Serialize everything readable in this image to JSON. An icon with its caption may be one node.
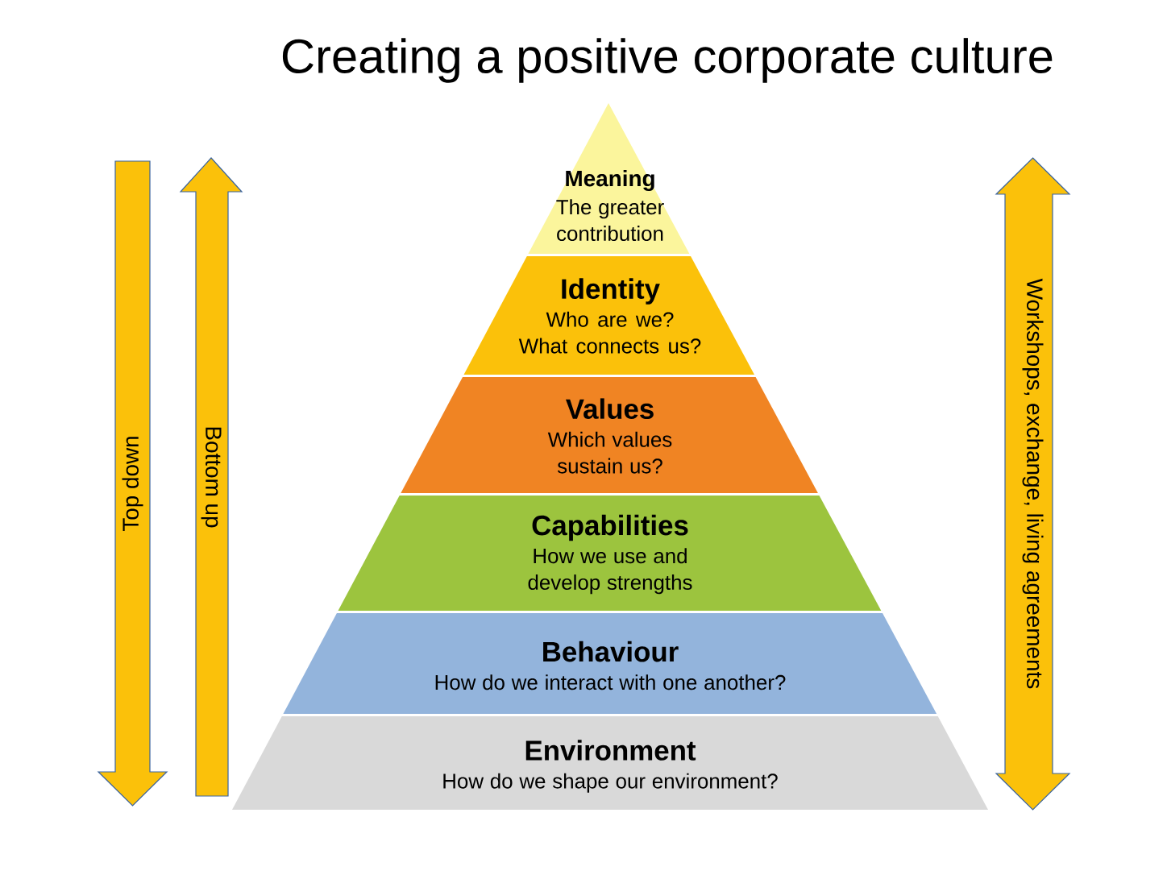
{
  "diagram": {
    "title": "Creating a positive corporate culture",
    "nodes": [
      {
        "text": [
          "Top down"
        ]
      },
      {
        "text": [
          "Bottom up"
        ]
      },
      {
        "text": [
          "Meaning",
          "The greater contribution"
        ]
      },
      {
        "text": [
          "Identity",
          "Who are we? What connects us?"
        ]
      },
      {
        "text": [
          "Values",
          "Which values sustain us?"
        ]
      },
      {
        "text": [
          "Capabilities",
          "How we use and develop strengths"
        ]
      },
      {
        "text": [
          "Behaviour",
          "How do we interact with one another?"
        ]
      },
      {
        "text": [
          "Environment",
          "How do we shape our environment?"
        ]
      },
      {
        "text": [
          "Workshops, exchange, living agreements"
        ]
      }
    ]
  }
}
